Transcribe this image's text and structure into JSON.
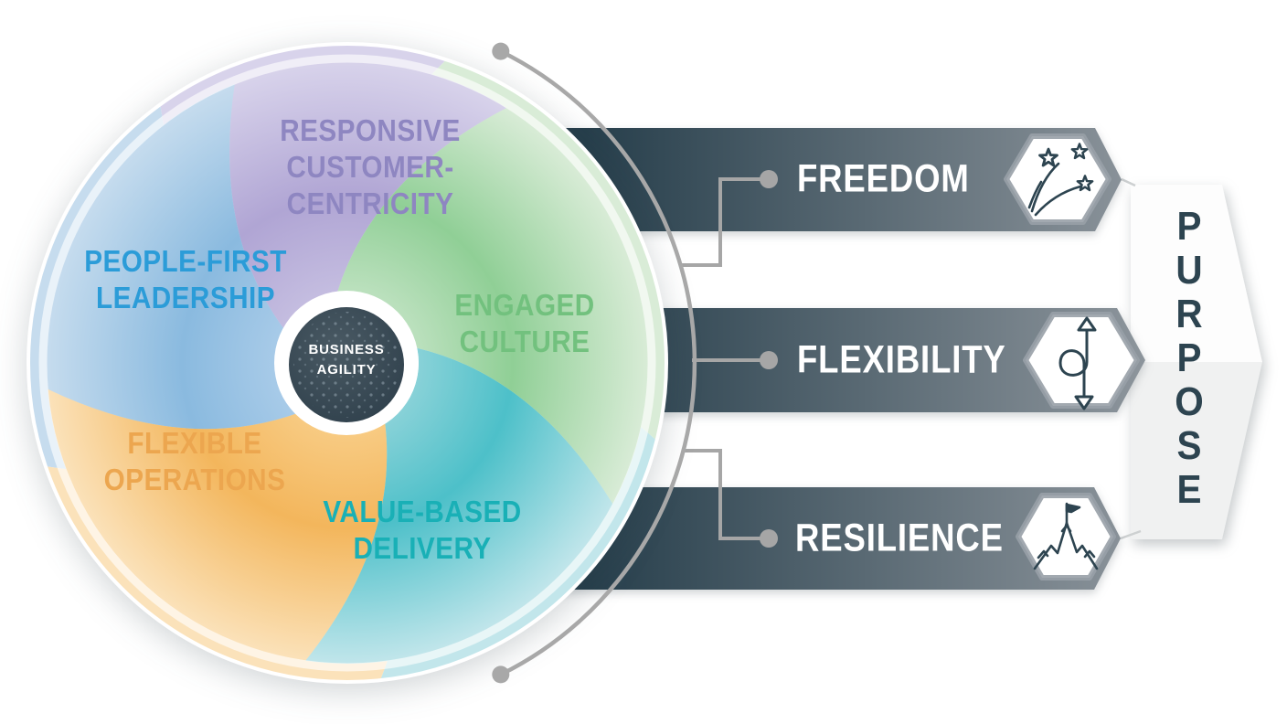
{
  "title": "Business Agility wheel leading to Purpose",
  "center": {
    "label": "BUSINESS\nAGILITY"
  },
  "wheel": {
    "segments": [
      {
        "id": "responsive-customer-centricity",
        "label": "RESPONSIVE\nCUSTOMER-\nCENTRICITY",
        "text_color": "#8e86c1",
        "pale": "#d8d3eb",
        "mid": "#c6bfe1",
        "deep": "#b0a5d4"
      },
      {
        "id": "people-first-leadership",
        "label": "PEOPLE-FIRST\nLEADERSHIP",
        "text_color": "#2b9cd8",
        "pale": "#c6dcee",
        "mid": "#aacce9",
        "deep": "#8abadf"
      },
      {
        "id": "engaged-culture",
        "label": "ENGAGED\nCULTURE",
        "text_color": "#72c17e",
        "pale": "#d9ecd7",
        "mid": "#bfe2c1",
        "deep": "#90cf96"
      },
      {
        "id": "flexible-operations",
        "label": "FLEXIBLE\nOPERATIONS",
        "text_color": "#eca64f",
        "pale": "#fbe2ba",
        "mid": "#f8cc85",
        "deep": "#f3b65c"
      },
      {
        "id": "value-based-delivery",
        "label": "VALUE-BASED\nDELIVERY",
        "text_color": "#19b0b6",
        "pale": "#c2e6eb",
        "mid": "#8dd3d9",
        "deep": "#4dc0c9"
      }
    ]
  },
  "banners": [
    {
      "label": "FREEDOM",
      "icon": "shooting-stars-icon"
    },
    {
      "label": "FLEXIBILITY",
      "icon": "loop-arrow-icon"
    },
    {
      "label": "RESILIENCE",
      "icon": "mountain-flag-icon"
    }
  ],
  "purpose": {
    "label": "PURPOSE"
  },
  "colors": {
    "banner_dark": "#263e4b",
    "banner_light": "#8d959c",
    "banner_text": "#ffffff",
    "hex_ring": "#98a0a7",
    "hex_fill": "#ffffff",
    "icon_stroke": "#2d4450",
    "purpose_text": "#2d4450",
    "arrow_top_fill": "#fdfdfd",
    "arrow_bottom_fill": "#f0f1f1",
    "connector_gray": "#a6a6a6",
    "arc_gray": "#a8a8a8",
    "tip_line_gray": "#cdd0d1",
    "center_dark": "#2b3c48",
    "white_ring": "#ffffff"
  }
}
